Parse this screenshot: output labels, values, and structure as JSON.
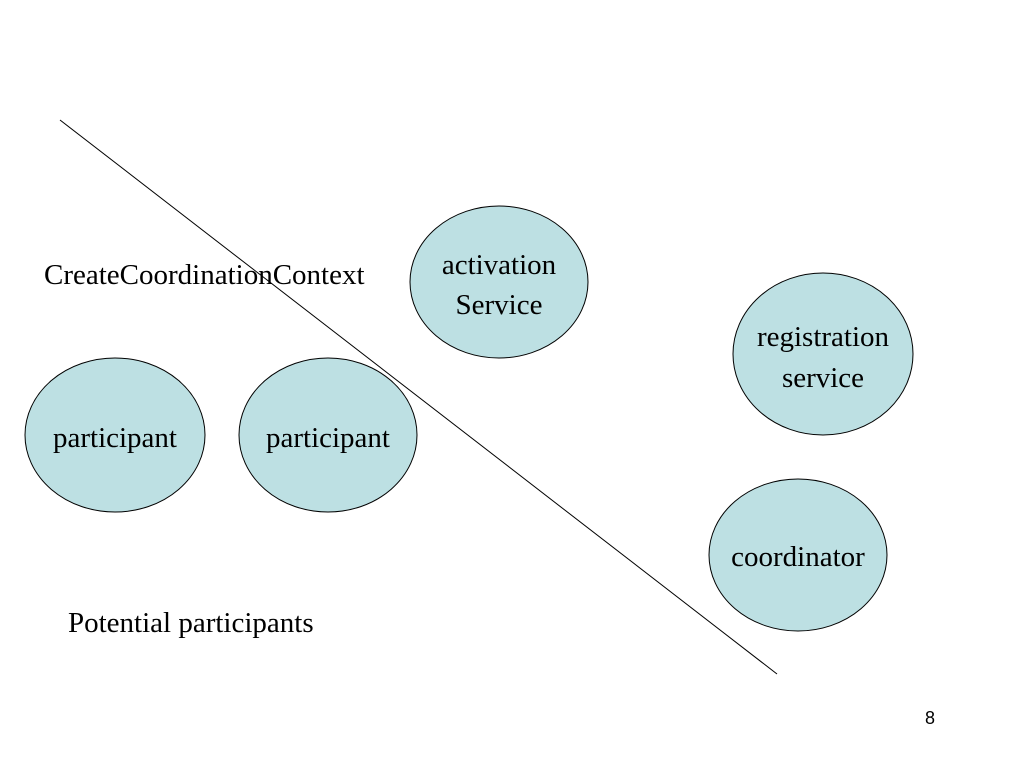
{
  "diagram": {
    "divider_label": "CreateCoordinationContext",
    "potential_label": "Potential participants",
    "nodes": {
      "activation_service": [
        "activation",
        "Service"
      ],
      "registration_service": [
        "registration",
        "service"
      ],
      "participant_1": [
        "participant"
      ],
      "participant_2": [
        "participant"
      ],
      "coordinator": [
        "coordinator"
      ]
    },
    "node_fill": "#bde0e3",
    "node_stroke": "#000000"
  },
  "page": {
    "number": "8"
  }
}
